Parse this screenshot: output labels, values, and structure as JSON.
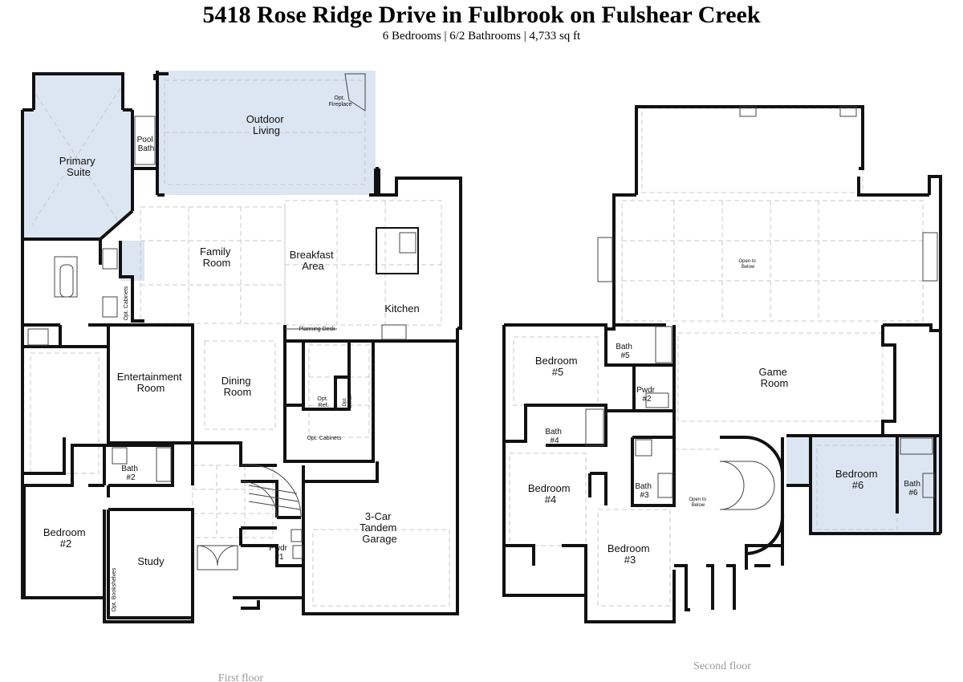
{
  "header": {
    "title": "5418 Rose Ridge Drive in Fulbrook on Fulshear Creek",
    "subtitle": "6 Bedrooms | 6/2 Bathrooms | 4,733 sq ft"
  },
  "first_floor": {
    "caption": "First floor",
    "rooms": {
      "primary_suite": [
        "Primary",
        "Suite"
      ],
      "pool_bath": [
        "Pool",
        "Bath"
      ],
      "outdoor_living": [
        "Outdoor",
        "Living"
      ],
      "opt_fireplace": [
        "Opt.",
        "Fireplace"
      ],
      "family_room": [
        "Family",
        "Room"
      ],
      "breakfast_area": [
        "Breakfast",
        "Area"
      ],
      "kitchen": "Kitchen",
      "opt_cabinets_side": "Opt. Cabinets",
      "planning_desk": "Planning Desk",
      "entertainment_room": [
        "Entertainment",
        "Room"
      ],
      "dining_room": [
        "Dining",
        "Room"
      ],
      "opt_ref": [
        "Opt.",
        "Ref."
      ],
      "opt_bench": [
        "Opt.",
        "Bench"
      ],
      "opt_cabinets_mud": "Opt. Cabinets",
      "bath2": [
        "Bath",
        "#2"
      ],
      "bedroom2": [
        "Bedroom",
        "#2"
      ],
      "study": "Study",
      "opt_bookshelves": "Opt. Bookshelves",
      "pwdr1": [
        "Pwdr",
        "#1"
      ],
      "garage": [
        "3-Car",
        "Tandem",
        "Garage"
      ]
    }
  },
  "second_floor": {
    "caption": "Second floor",
    "rooms": {
      "open_to_below_top": [
        "Open to",
        "Below"
      ],
      "bedroom5": [
        "Bedroom",
        "#5"
      ],
      "bath5": [
        "Bath",
        "#5"
      ],
      "pwdr2": [
        "Pwdr",
        "#2"
      ],
      "game_room": [
        "Game",
        "Room"
      ],
      "bath4": [
        "Bath",
        "#4"
      ],
      "bedroom4": [
        "Bedroom",
        "#4"
      ],
      "bath3": [
        "Bath",
        "#3"
      ],
      "open_to_below_stair": [
        "Open to",
        "Below"
      ],
      "bedroom6": [
        "Bedroom",
        "#6"
      ],
      "bath6": [
        "Bath",
        "#6"
      ],
      "bedroom3": [
        "Bedroom",
        "#3"
      ]
    }
  },
  "colors": {
    "wall": "#111111",
    "highlight_fill": "#dce6f2",
    "grid_line": "#c8c8c8",
    "caption": "#999999"
  }
}
